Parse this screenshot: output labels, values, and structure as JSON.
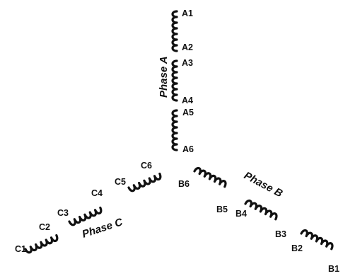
{
  "phases": {
    "a": {
      "name": "Phase A",
      "terminals": [
        "A1",
        "A2",
        "A3",
        "A4",
        "A5",
        "A6"
      ]
    },
    "b": {
      "name": "Phase B",
      "terminals": [
        "B1",
        "B2",
        "B3",
        "B4",
        "B5",
        "B6"
      ]
    },
    "c": {
      "name": "Phase C",
      "terminals": [
        "C1",
        "C2",
        "C3",
        "C4",
        "C5",
        "C6"
      ]
    }
  },
  "colors": {
    "stroke": "#111111",
    "background": "#ffffff"
  }
}
